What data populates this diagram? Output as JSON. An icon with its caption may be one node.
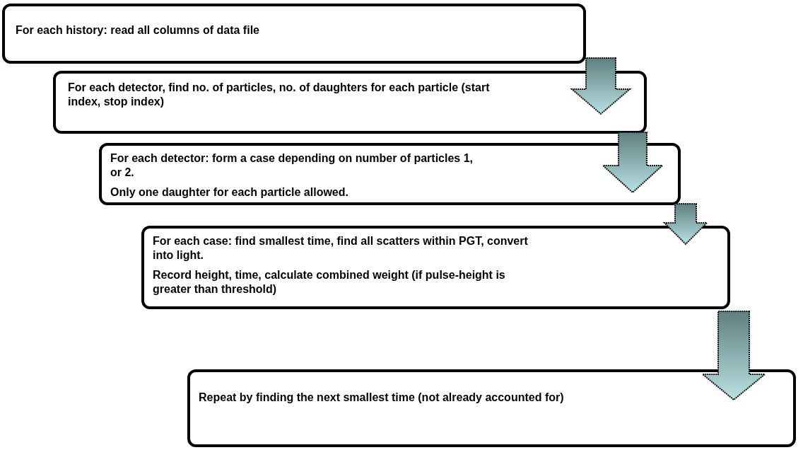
{
  "diagram": {
    "nodes": [
      {
        "text": [
          "For each history: read all columns of data file"
        ]
      },
      {
        "text": [
          "For each detector, find no. of particles, no. of daughters for each particle (start index, stop index)"
        ]
      },
      {
        "text": [
          "For each detector: form a case depending on number of particles 1, or 2.",
          "Only one daughter for each particle allowed."
        ]
      },
      {
        "text": [
          "For each case: find smallest time, find all scatters within PGT, convert into light.",
          "Record height, time, calculate combined weight (if pulse-height is greater than threshold)"
        ]
      },
      {
        "text": [
          "Repeat by finding the next smallest time (not already accounted for)"
        ]
      }
    ],
    "edges": [
      {
        "from": 0,
        "to": 1,
        "arrow": "to"
      },
      {
        "from": 1,
        "to": 2,
        "arrow": "to"
      },
      {
        "from": 2,
        "to": 3,
        "arrow": "to"
      },
      {
        "from": 3,
        "to": 4,
        "arrow": "to"
      }
    ]
  }
}
